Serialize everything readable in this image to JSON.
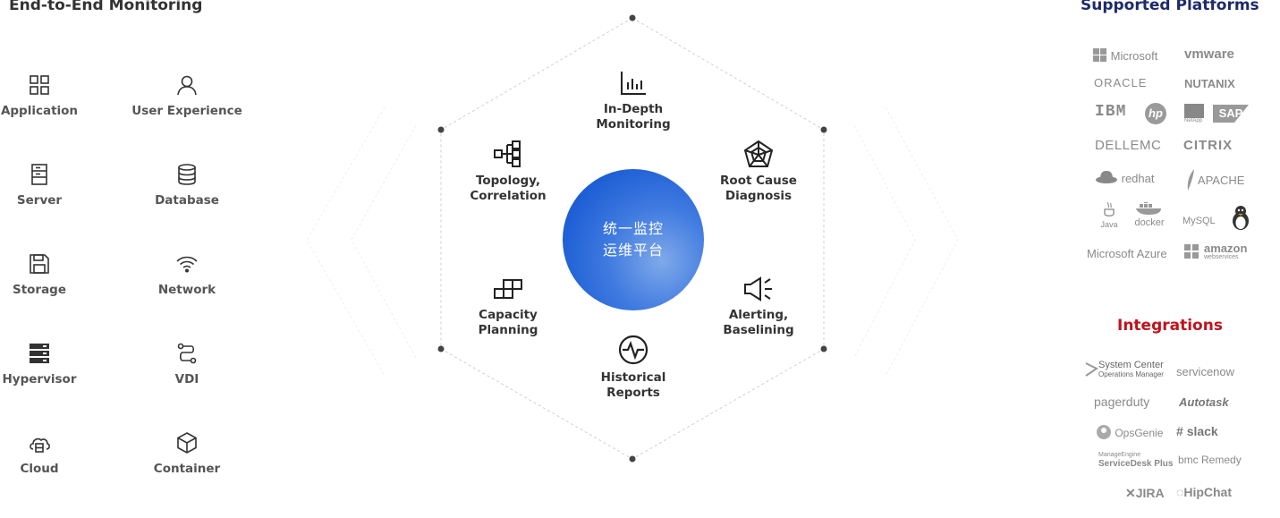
{
  "left": {
    "title": "End-to-End Monitoring",
    "items": [
      {
        "label": "Application",
        "icon": "grid-icon"
      },
      {
        "label": "User Experience",
        "icon": "user-icon"
      },
      {
        "label": "Server",
        "icon": "server-icon"
      },
      {
        "label": "Database",
        "icon": "database-icon"
      },
      {
        "label": "Storage",
        "icon": "floppy-disk-icon"
      },
      {
        "label": "Network",
        "icon": "wifi-icon"
      },
      {
        "label": "Hypervisor",
        "icon": "server-rack-icon"
      },
      {
        "label": "VDI",
        "icon": "route-icon"
      },
      {
        "label": "Cloud",
        "icon": "cloud-server-icon"
      },
      {
        "label": "Container",
        "icon": "cube-icon"
      }
    ]
  },
  "center": {
    "line1": "统一监控",
    "line2": "运维平台",
    "features": {
      "indepth": {
        "line1": "In-Depth",
        "line2": "Monitoring",
        "icon": "bar-chart-icon"
      },
      "rootcause": {
        "line1": "Root Cause",
        "line2": "Diagnosis",
        "icon": "radar-icon"
      },
      "alerting": {
        "line1": "Alerting,",
        "line2": "Baselining",
        "icon": "megaphone-icon"
      },
      "historical": {
        "line1": "Historical",
        "line2": "Reports",
        "icon": "pulse-icon"
      },
      "capacity": {
        "line1": "Capacity",
        "line2": "Planning",
        "icon": "blocks-icon"
      },
      "topology": {
        "line1": "Topology,",
        "line2": "Correlation",
        "icon": "topology-icon"
      }
    },
    "colors": {
      "circle": "#1e5fd5",
      "line": "#c8c8c8",
      "dot": "#444444"
    }
  },
  "platforms": {
    "title": "Supported Platforms",
    "microsoft": "Microsoft",
    "vmware": "vmware",
    "oracle": "ORACLE",
    "nutanix": "NUTANIX",
    "ibm": "IBM",
    "hp": "hp",
    "netapp": "NetApp",
    "sap": "SAP",
    "dellemc": "DELLEMC",
    "citrix": "CITRIX",
    "redhat": "redhat",
    "apache": "APACHE",
    "java": "Java",
    "docker": "docker",
    "mysql": "MySQL",
    "azure": "Microsoft Azure",
    "amazon": "amazon",
    "amazon_sub": "webservices"
  },
  "integrations": {
    "title": "Integrations",
    "scom_line1": "System Center",
    "scom_line2": "Operations Manager",
    "servicenow": "servicenow",
    "pagerduty": "pagerduty",
    "autotask": "Autotask",
    "opsgenie": "OpsGenie",
    "slack": "slack",
    "me_line1": "ManageEngine",
    "me_line2": "ServiceDesk Plus",
    "bmc": "bmc Remedy",
    "jira": "JIRA",
    "hipchat": "HipChat"
  },
  "colors": {
    "platforms_title": "#1d2a6b",
    "integrations_title": "#c0121c"
  }
}
